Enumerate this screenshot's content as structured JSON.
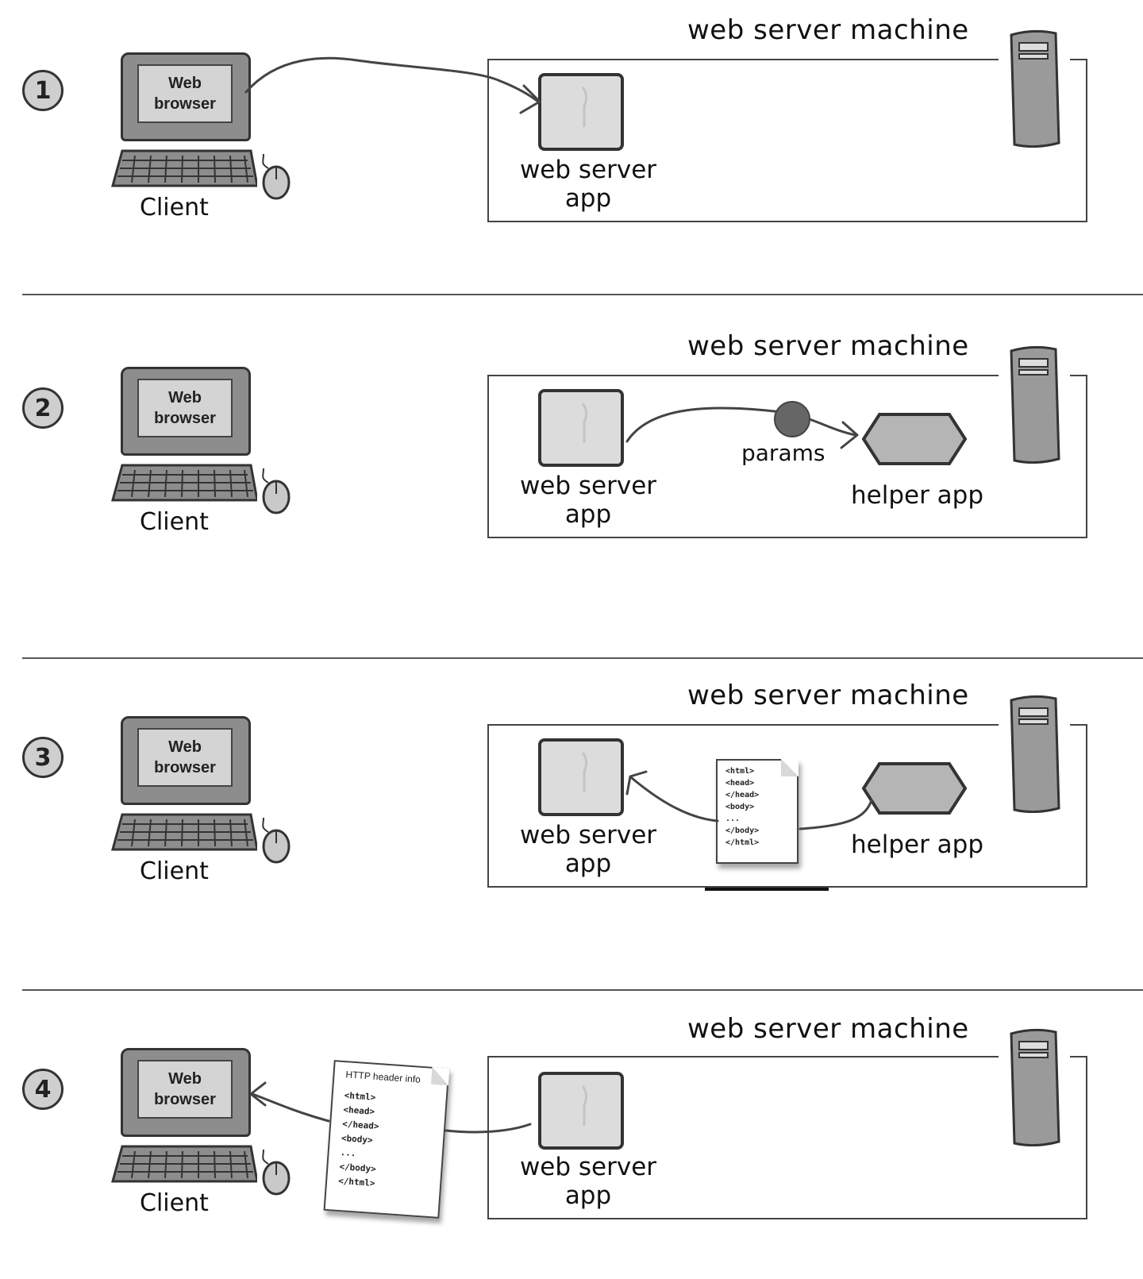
{
  "labels": {
    "web_browser_line1": "Web",
    "web_browser_line2": "browser",
    "client": "Client",
    "web_server_machine": "web server machine",
    "web_server_app_line1": "web server",
    "web_server_app_line2": "app",
    "helper_app": "helper app",
    "params": "params",
    "http_header_info": "HTTP header info"
  },
  "steps": [
    {
      "number": "1"
    },
    {
      "number": "2"
    },
    {
      "number": "3"
    },
    {
      "number": "4"
    }
  ],
  "html_document": {
    "lines": [
      "<html>",
      "<head>",
      "</head>",
      "",
      "<body>",
      "...",
      "</body>",
      "</html>"
    ]
  },
  "response_document": {
    "lines": [
      "<html>",
      "<head>",
      "</head>",
      "<body>",
      "...",
      "</body>",
      "</html>"
    ]
  },
  "colors": {
    "line": "#444444",
    "device_gray": "#8d8d8d",
    "screen_gray": "#d4d4d4",
    "param_dot": "#666666"
  }
}
